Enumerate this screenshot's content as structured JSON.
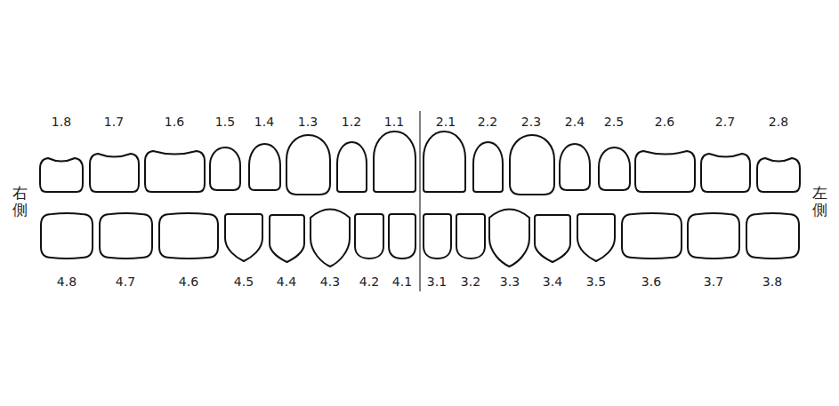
{
  "diagram": {
    "labels": [
      "1.8",
      "1.7",
      "1.6",
      "1.5",
      "1.4",
      "1.3",
      "1.2",
      "1.1",
      "2.1",
      "2.2",
      "2.3",
      "2.4",
      "2.5",
      "2.6",
      "2.7",
      "2.8",
      "右側",
      "左側",
      "4.8",
      "4.7",
      "4.6",
      "4.5",
      "4.4",
      "4.3",
      "4.2",
      "4.1",
      "3.1",
      "3.2",
      "3.3",
      "3.4",
      "3.5",
      "3.6",
      "3.7",
      "3.8"
    ]
  }
}
